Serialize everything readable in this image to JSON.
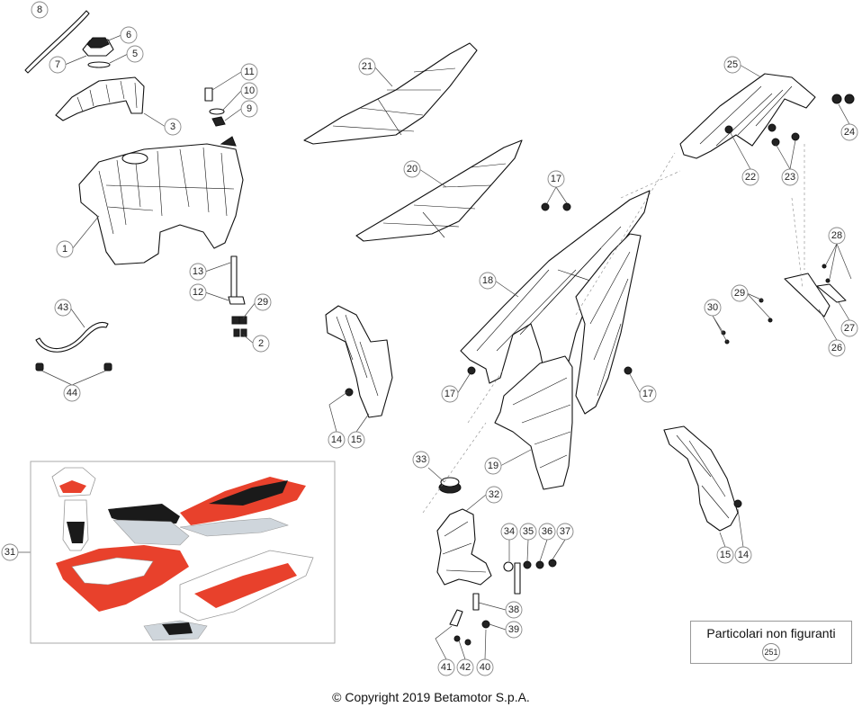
{
  "diagram": {
    "callouts": [
      "8",
      "6",
      "7",
      "5",
      "3",
      "11",
      "10",
      "9",
      "1",
      "13",
      "12",
      "29",
      "2",
      "43",
      "44",
      "21",
      "20",
      "25",
      "24",
      "22",
      "23",
      "17",
      "18",
      "17",
      "17",
      "28",
      "29",
      "30",
      "27",
      "26",
      "14",
      "15",
      "19",
      "33",
      "32",
      "34",
      "35",
      "36",
      "37",
      "38",
      "39",
      "41",
      "42",
      "40",
      "15",
      "14",
      "31"
    ],
    "note_title": "Particolari non figuranti",
    "note_code": "251",
    "copyright": "© Copyright 2019 Betamotor S.p.A."
  },
  "colors": {
    "decal_red": "#e8412c",
    "decal_black": "#1a1a1a",
    "decal_grey": "#cfd6dc",
    "line": "#111111"
  }
}
